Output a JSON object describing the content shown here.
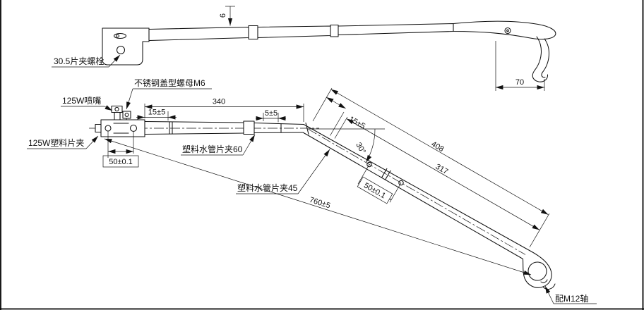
{
  "drawing": {
    "top": {
      "clamp_bolt": "30.5片夹螺栓",
      "dim6": "6",
      "dim70": "70"
    },
    "side": {
      "cap_nut": "不锈钢盖型螺母M6",
      "nozzle": "125W喷嘴",
      "plastic_clamp": "125W塑料片夹",
      "pipe_clamp_60": "塑料水管片夹60",
      "pipe_clamp_45": "塑料水管片夹45",
      "m12": "配M12轴",
      "d340": "340",
      "d15_left": "15±5",
      "d5": "5±5",
      "d50_bracket": "50±0.1",
      "d15_slope": "15±5",
      "d30": "30°",
      "d408": "408",
      "d317": "317",
      "d50_slope": "50±0.1",
      "d760": "760±5"
    },
    "colors": {
      "line": "#111111",
      "background": "#ffffff"
    }
  }
}
